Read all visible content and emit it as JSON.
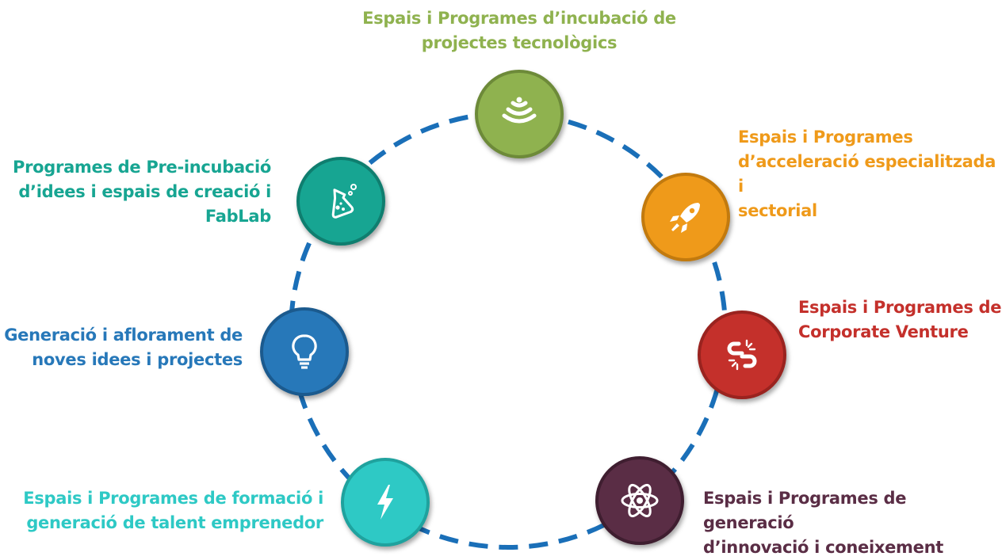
{
  "colors": {
    "ring": "#1a6fb8",
    "incubacio": "#8fb24f",
    "acceleracio": "#ef9a1a",
    "corporate": "#c4302b",
    "innovacio": "#5a2d45",
    "talent": "#2ec9c5",
    "idees": "#2778b9",
    "preincubacio": "#17a592"
  },
  "nodes": [
    {
      "key": "incubacio",
      "icon": "signal-waves-icon",
      "lines": [
        "Espais i Programes d’incubació de",
        "projectes tecnològics"
      ]
    },
    {
      "key": "acceleracio",
      "icon": "rocket-icon",
      "lines": [
        "Espais i Programes",
        "d’acceleració especialitzada i",
        "sectorial"
      ]
    },
    {
      "key": "corporate",
      "icon": "broken-link-icon",
      "lines": [
        "Espais i Programes de",
        "Corporate Venture"
      ]
    },
    {
      "key": "innovacio",
      "icon": "atom-icon",
      "lines": [
        "Espais i Programes de generació",
        "d’innovació i coneixement"
      ]
    },
    {
      "key": "talent",
      "icon": "lightning-bolt-icon",
      "lines": [
        "Espais i Programes de formació i",
        "generació de talent emprenedor"
      ]
    },
    {
      "key": "idees",
      "icon": "lightbulb-icon",
      "lines": [
        "Generació i aflorament de",
        "noves idees i projectes"
      ]
    },
    {
      "key": "preincubacio",
      "icon": "lab-flask-icon",
      "lines": [
        "Programes de Pre-incubació",
        "d’idees i espais de creació i",
        "FabLab"
      ]
    }
  ]
}
